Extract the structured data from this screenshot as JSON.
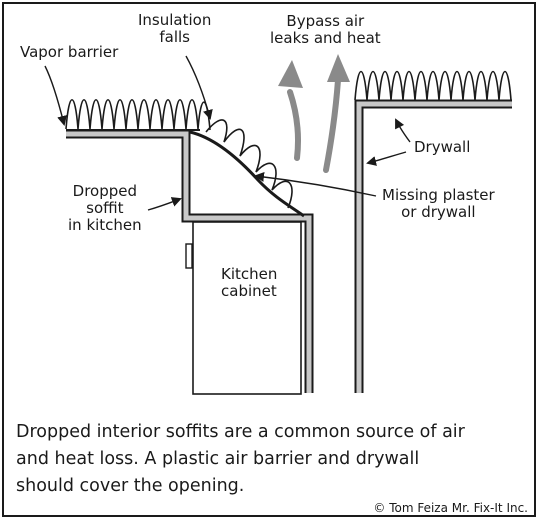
{
  "labels": {
    "vapor_barrier": "Vapor barrier",
    "insulation_falls": "Insulation\nfalls",
    "bypass_air": "Bypass air\nleaks and heat",
    "drywall": "Drywall",
    "dropped_soffit": "Dropped\nsoffit\nin kitchen",
    "missing_plaster": "Missing plaster\nor drywall",
    "kitchen_cabinet": "Kitchen\ncabinet"
  },
  "caption": "Dropped interior soffits are a common source of air\nand heat loss.  A plastic air barrier and drywall\nshould cover the opening.",
  "credit": "© Tom Feiza Mr. Fix-It Inc.",
  "colors": {
    "ink": "#1a1a1a",
    "drywall_fill": "#c8c8c8",
    "arrow_gray": "#8a8a8a"
  }
}
